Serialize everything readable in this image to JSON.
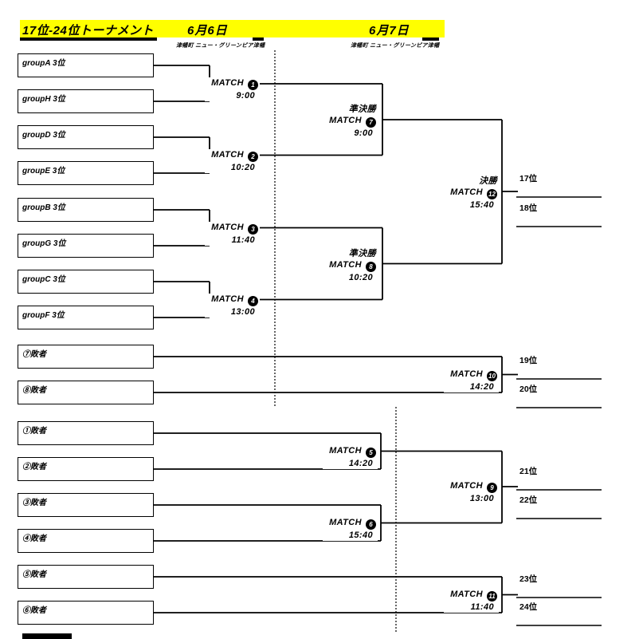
{
  "header": {
    "title": "17位-24位トーナメント",
    "day1_label": "6月6日",
    "day2_label": "6月7日",
    "venue_day1": "津幡町 ニュー・グリーンピア津幡",
    "venue_day2": "津幡町 ニュー・グリーンピア津幡",
    "bar_color": "#ffff00",
    "line_color": "#000000"
  },
  "entrants": [
    {
      "label": "groupA 3位"
    },
    {
      "label": "groupH 3位"
    },
    {
      "label": "groupD 3位"
    },
    {
      "label": "groupE 3位"
    },
    {
      "label": "groupB 3位"
    },
    {
      "label": "groupG 3位"
    },
    {
      "label": "groupC 3位"
    },
    {
      "label": "groupF 3位"
    },
    {
      "label": "⑦敗者"
    },
    {
      "label": "⑧敗者"
    },
    {
      "label": "①敗者"
    },
    {
      "label": "②敗者"
    },
    {
      "label": "③敗者"
    },
    {
      "label": "④敗者"
    },
    {
      "label": "⑤敗者"
    },
    {
      "label": "⑥敗者"
    }
  ],
  "matches": [
    {
      "word": "MATCH",
      "num": "1",
      "time": "9:00"
    },
    {
      "word": "MATCH",
      "num": "2",
      "time": "10:20"
    },
    {
      "word": "MATCH",
      "num": "3",
      "time": "11:40"
    },
    {
      "word": "MATCH",
      "num": "4",
      "time": "13:00"
    },
    {
      "word": "MATCH",
      "num": "5",
      "time": "14:20"
    },
    {
      "word": "MATCH",
      "num": "6",
      "time": "15:40"
    },
    {
      "word": "MATCH",
      "num": "7",
      "time": "9:00",
      "round": "準決勝"
    },
    {
      "word": "MATCH",
      "num": "8",
      "time": "10:20",
      "round": "準決勝"
    },
    {
      "word": "MATCH",
      "num": "9",
      "time": "13:00"
    },
    {
      "word": "MATCH",
      "num": "10",
      "time": "14:20"
    },
    {
      "word": "MATCH",
      "num": "11",
      "time": "11:40"
    },
    {
      "word": "MATCH",
      "num": "12",
      "time": "15:40",
      "round": "決勝"
    }
  ],
  "ranks": [
    {
      "label": "17位"
    },
    {
      "label": "18位"
    },
    {
      "label": "19位"
    },
    {
      "label": "20位"
    },
    {
      "label": "21位"
    },
    {
      "label": "22位"
    },
    {
      "label": "23位"
    },
    {
      "label": "24位"
    }
  ]
}
